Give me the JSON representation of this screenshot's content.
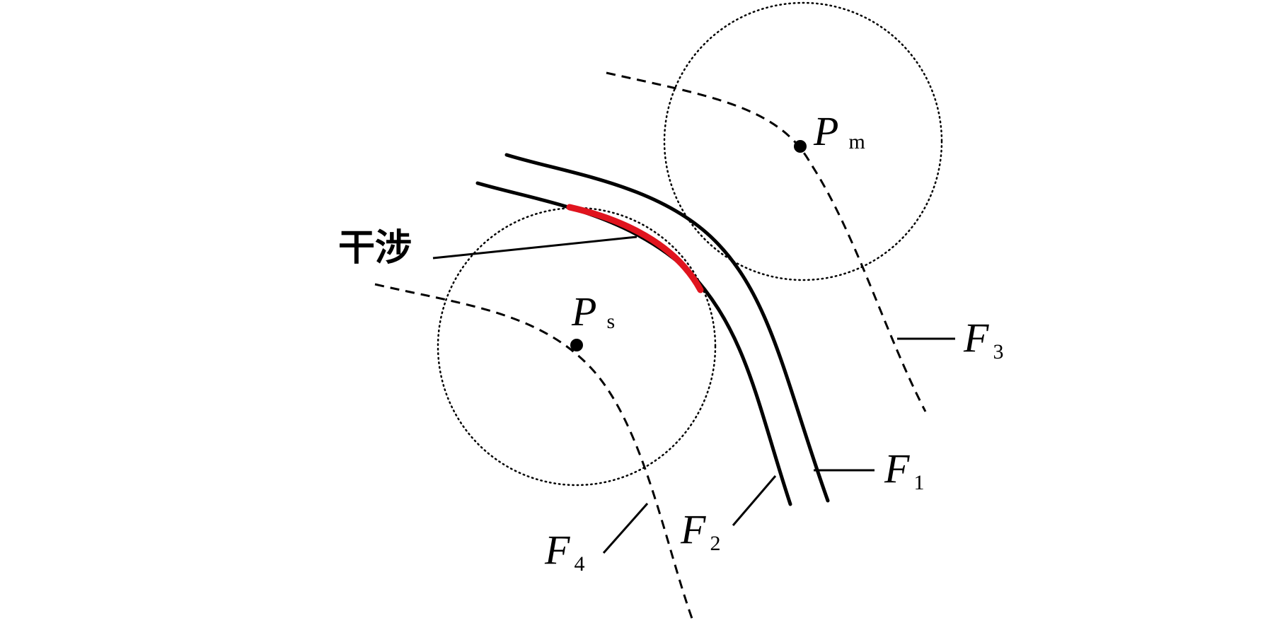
{
  "labels": {
    "interference": "干涉",
    "pm": {
      "main": "P",
      "sub": "m"
    },
    "ps": {
      "main": "P",
      "sub": "s"
    },
    "f1": {
      "main": "F",
      "sub": "1"
    },
    "f2": {
      "main": "F",
      "sub": "2"
    },
    "f3": {
      "main": "F",
      "sub": "3"
    },
    "f4": {
      "main": "F",
      "sub": "4"
    }
  },
  "colors": {
    "line": "#000000",
    "interference": "#e0141e",
    "background": "#ffffff"
  }
}
